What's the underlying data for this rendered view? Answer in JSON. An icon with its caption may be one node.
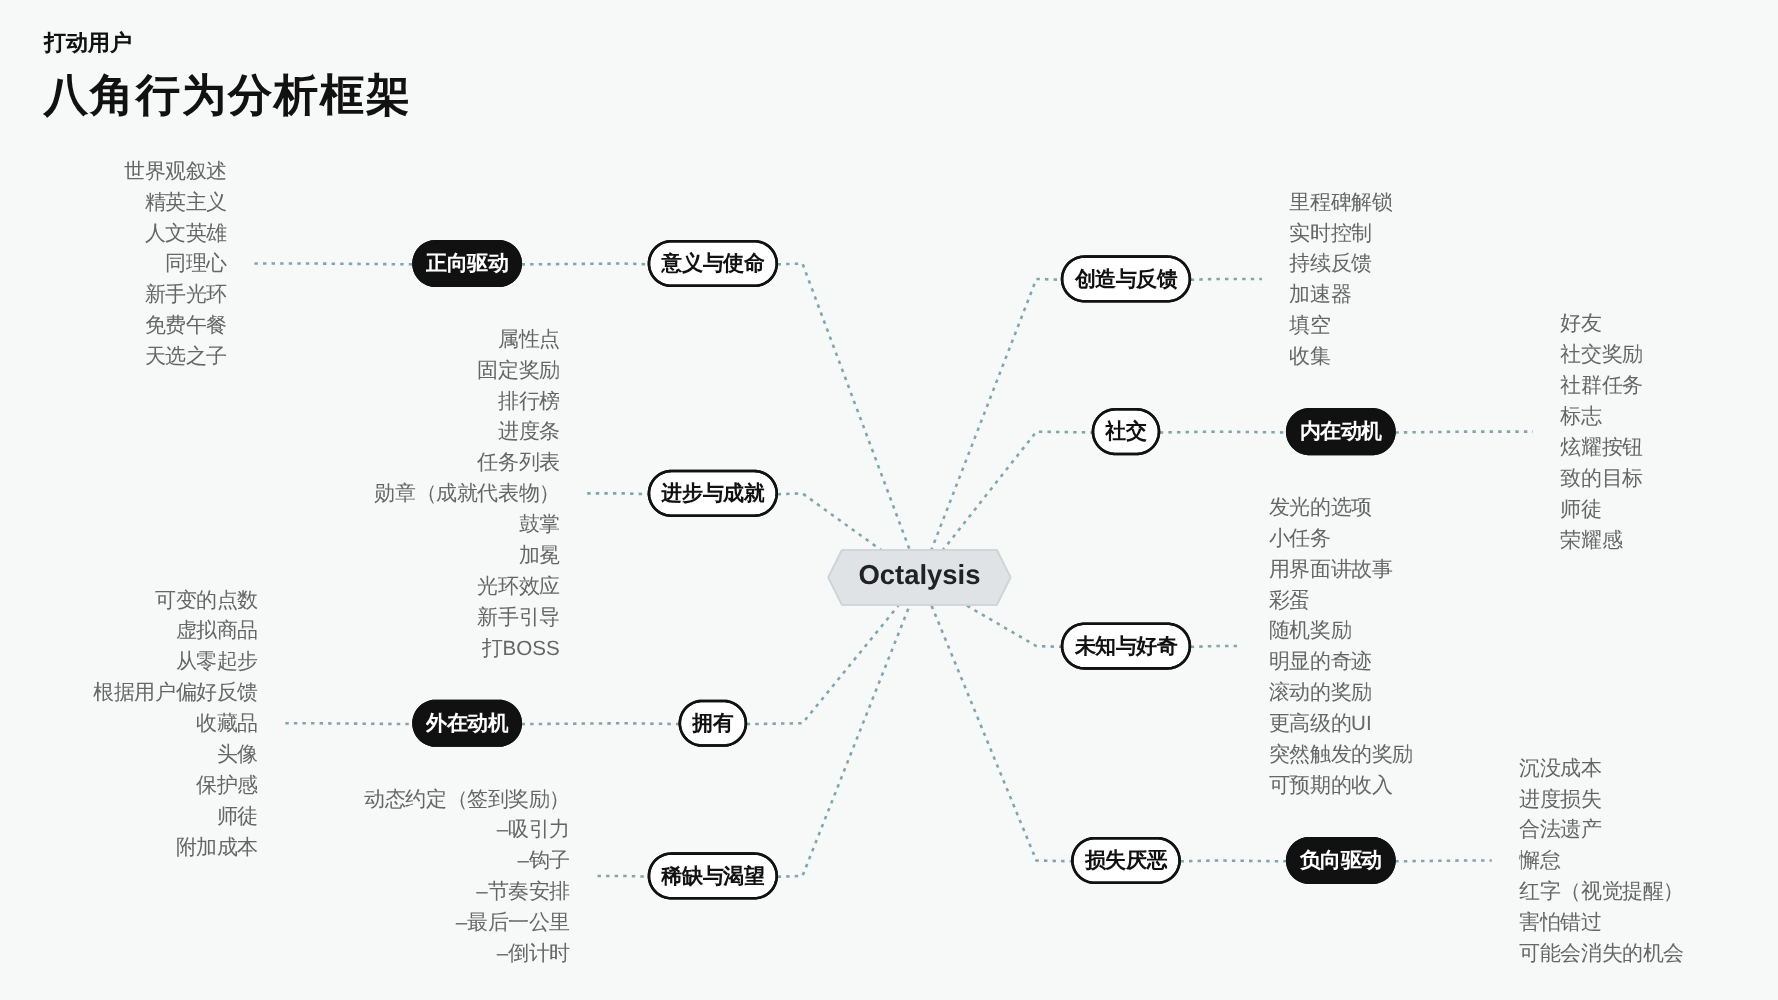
{
  "diagram": {
    "title": "八角行为分析框架",
    "nodes": [
      {
        "text": [
          "世界观叙述",
          "精英主义",
          "人文英雄",
          "同理心",
          "新手光环",
          "免费午餐",
          "天选之子"
        ]
      },
      {
        "text": [
          "正向驱动"
        ]
      },
      {
        "text": [
          "属性点",
          "固定奖励",
          "排行榜",
          "进度条",
          "任务列表",
          "勋章（成就代表物）",
          "鼓掌",
          "加冕",
          "光环效应",
          "新手引导",
          "打BOSS"
        ]
      },
      {
        "text": [
          "意义与使命"
        ]
      },
      {
        "text": [
          "里程碑解锁",
          "实时控制",
          "持续反馈",
          "加速器",
          "填空",
          "收集"
        ]
      },
      {
        "text": [
          "进步与成就"
        ]
      },
      {
        "text": [
          "创造与反馈"
        ]
      },
      {
        "text": [
          "可变的点数",
          "虚拟商品",
          "从零起步",
          "根据用户偏好反馈",
          "收藏品",
          "头像",
          "保护感",
          "师徒",
          "附加成本"
        ]
      },
      {
        "text": [
          "外在动机"
        ]
      },
      {
        "text": [
          "拥有"
        ]
      },
      {
        "text": [
          "Octalysis"
        ]
      },
      {
        "text": [
          "社交"
        ]
      },
      {
        "text": [
          "内在动机"
        ]
      },
      {
        "text": [
          "好友",
          "社交奖励",
          "社群任务",
          "标志",
          "炫耀按钮",
          "致的目标",
          "师徒",
          "荣耀感"
        ]
      },
      {
        "text": [
          "稀缺与渴望"
        ]
      },
      {
        "text": [
          "未知与好奇"
        ]
      },
      {
        "text": [
          "发光的选项",
          "小任务",
          "用界面讲故事",
          "彩蛋",
          "随机奖励",
          "明显的奇迹",
          "滚动的奖励",
          "更高级的UI",
          "突然触发的奖励",
          "可预期的收入"
        ]
      },
      {
        "text": [
          "动态约定（签到奖励）",
          "–吸引力",
          "–钩子",
          "–节奏安排",
          "–最后一公里",
          "–倒计时"
        ]
      },
      {
        "text": [
          "损失厌恶"
        ]
      },
      {
        "text": [
          "负向驱动"
        ]
      },
      {
        "text": [
          "沉没成本",
          "进度损失",
          "合法遗产",
          "懈怠",
          "红字（视觉提醒）",
          "害怕错过",
          "可能会消失的机会"
        ]
      }
    ],
    "edges": [
      {
        "from": 0,
        "to": 1,
        "arrow": "none",
        "style": "dashed"
      },
      {
        "from": 1,
        "to": 3,
        "arrow": "none",
        "style": "dashed"
      },
      {
        "from": 3,
        "to": 10,
        "arrow": "none",
        "style": "dashed"
      },
      {
        "from": 2,
        "to": 5,
        "arrow": "none",
        "style": "dashed"
      },
      {
        "from": 5,
        "to": 10,
        "arrow": "none",
        "style": "dashed"
      },
      {
        "from": 10,
        "to": 6,
        "arrow": "none",
        "style": "dashed"
      },
      {
        "from": 6,
        "to": 4,
        "arrow": "none",
        "style": "dashed"
      },
      {
        "from": 7,
        "to": 8,
        "arrow": "none",
        "style": "dashed"
      },
      {
        "from": 8,
        "to": 9,
        "arrow": "none",
        "style": "dashed"
      },
      {
        "from": 9,
        "to": 10,
        "arrow": "none",
        "style": "dashed"
      },
      {
        "from": 10,
        "to": 11,
        "arrow": "none",
        "style": "dashed"
      },
      {
        "from": 11,
        "to": 12,
        "arrow": "none",
        "style": "dashed"
      },
      {
        "from": 12,
        "to": 13,
        "arrow": "none",
        "style": "dashed"
      },
      {
        "from": 17,
        "to": 14,
        "arrow": "none",
        "style": "dashed"
      },
      {
        "from": 14,
        "to": 10,
        "arrow": "none",
        "style": "dashed"
      },
      {
        "from": 10,
        "to": 15,
        "arrow": "none",
        "style": "dashed"
      },
      {
        "from": 15,
        "to": 16,
        "arrow": "none",
        "style": "dashed"
      },
      {
        "from": 10,
        "to": 18,
        "arrow": "none",
        "style": "dashed"
      },
      {
        "from": 18,
        "to": 19,
        "arrow": "none",
        "style": "dashed"
      },
      {
        "from": 19,
        "to": 20,
        "arrow": "none",
        "style": "dashed"
      }
    ],
    "labels": [
      "打动用户"
    ]
  }
}
